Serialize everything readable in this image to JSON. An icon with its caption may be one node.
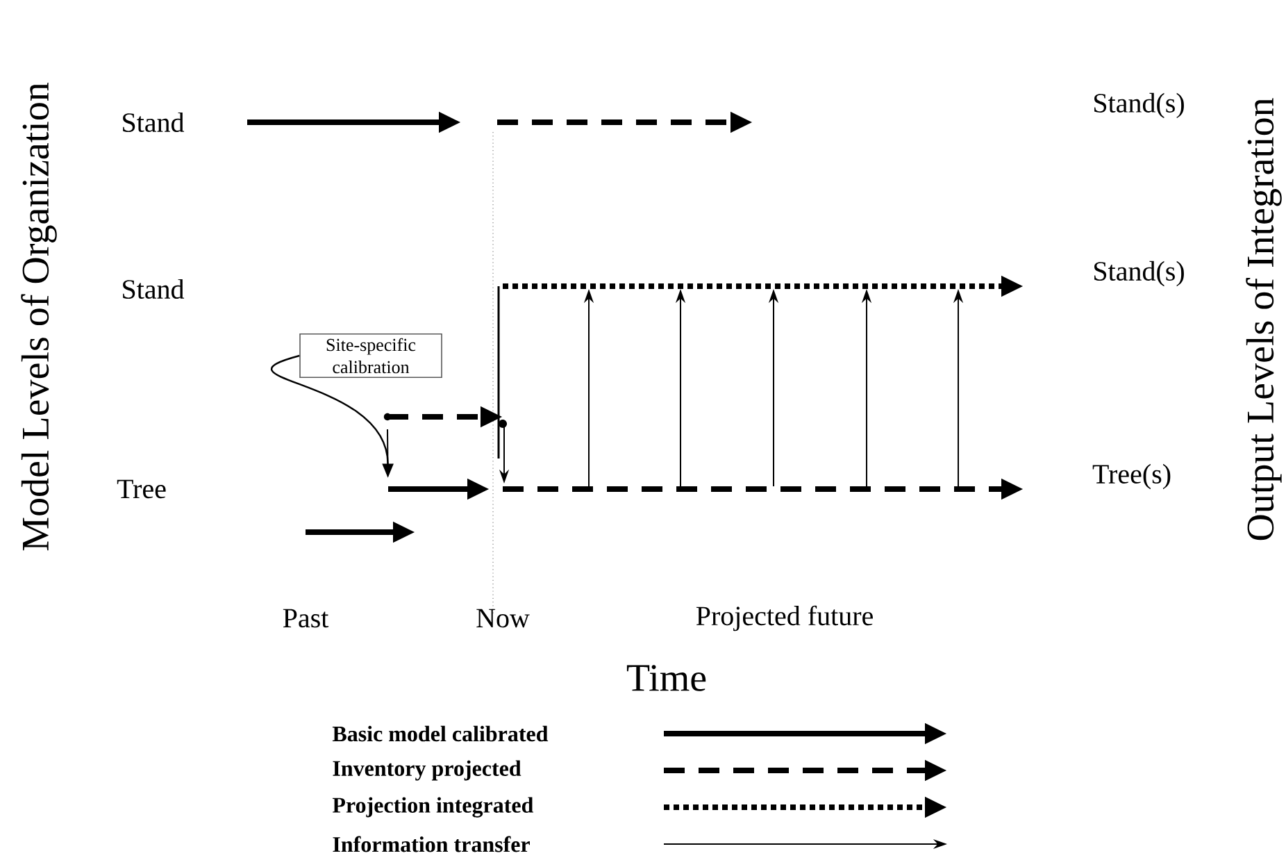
{
  "diagram": {
    "nodes": [
      {
        "text": [
          "Site-specific calibration"
        ]
      },
      {
        "text": [],
        "shape": "arrow"
      }
    ],
    "edges": [
      {
        "from": 0,
        "to": 1,
        "arrow": "to"
      },
      {
        "from": null,
        "to": 1,
        "arrow": "to"
      }
    ],
    "labels": [
      "Model Levels of Organization",
      "Stand",
      "Stand(s)",
      "Stand",
      "Stand(s)",
      "Tree",
      "Tree(s)",
      "Output Levels of Integration",
      "Past",
      "Now",
      "Projected future",
      "Time"
    ],
    "legend": [
      {
        "text": "Basic model calibrated"
      },
      {
        "text": "Inventory projected"
      },
      {
        "text": "Projection integrated"
      },
      {
        "text": "Information transfer"
      }
    ]
  }
}
